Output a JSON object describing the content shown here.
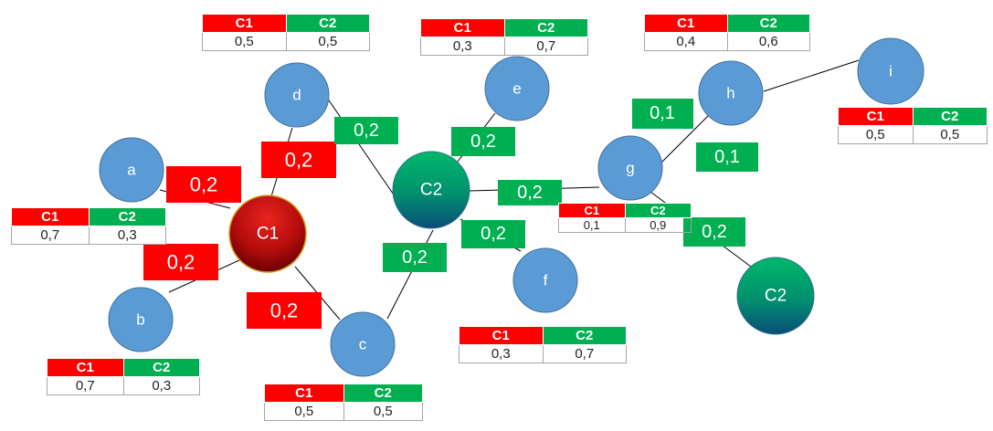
{
  "colors": {
    "red": "#ff0000",
    "green": "#00b050",
    "blue_node": "#5b9bd5",
    "dark_red": "#c00000",
    "teal": "#00a878"
  },
  "nodes": {
    "a": "a",
    "b": "b",
    "c": "c",
    "d": "d",
    "e": "e",
    "f": "f",
    "g": "g",
    "h": "h",
    "i": "i",
    "c1_center": "C1",
    "c2_center": "C2",
    "c2_right": "C2"
  },
  "edge_labels": {
    "a_c1": "0,2",
    "b_c1": "0,2",
    "c_c1": "0,2",
    "d_c1": "0,2",
    "d_c2": "0,2",
    "e_c2": "0,2",
    "f_c2": "0,2",
    "c_c2": "0,2",
    "g_c2": "0,2",
    "g_h": "0,1",
    "g_extra": "0,1",
    "g_c2right": "0,2"
  },
  "tables": {
    "d": {
      "h1": "C1",
      "h2": "C2",
      "v1": "0,5",
      "v2": "0,5"
    },
    "e": {
      "h1": "C1",
      "h2": "C2",
      "v1": "0,3",
      "v2": "0,7"
    },
    "h": {
      "h1": "C1",
      "h2": "C2",
      "v1": "0,4",
      "v2": "0,6"
    },
    "i": {
      "h1": "C1",
      "h2": "C2",
      "v1": "0,5",
      "v2": "0,5"
    },
    "a": {
      "h1": "C1",
      "h2": "C2",
      "v1": "0,7",
      "v2": "0,3"
    },
    "g": {
      "h1": "C1",
      "h2": "C2",
      "v1": "0,1",
      "v2": "0,9"
    },
    "b": {
      "h1": "C1",
      "h2": "C2",
      "v1": "0,7",
      "v2": "0,3"
    },
    "f": {
      "h1": "C1",
      "h2": "C2",
      "v1": "0,3",
      "v2": "0,7"
    },
    "c": {
      "h1": "C1",
      "h2": "C2",
      "v1": "0,5",
      "v2": "0,5"
    }
  }
}
